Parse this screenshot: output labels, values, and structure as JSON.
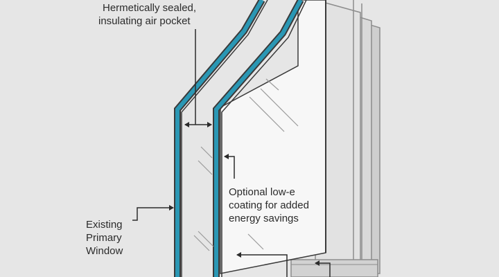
{
  "labels": {
    "air_pocket": [
      "Hermetically sealed,",
      "insulating air pocket"
    ],
    "low_e": [
      "Optional low-e",
      "coating for added",
      "energy savings"
    ],
    "primary_window": [
      "Existing",
      "Primary",
      "Window"
    ]
  },
  "colors": {
    "background": "#e6e6e6",
    "glass_fill": "#f7f7f7",
    "pane_stroke": "#2a97b4",
    "pane_edge": "#3a3a3a",
    "frame": "#d2d2d2",
    "frame_shadow": "#bdbdbd",
    "text": "#2b2b2b",
    "reflection": "#9a9a9a"
  },
  "icons": {
    "air_gap_arrow": "double-arrow-icon",
    "callout_arrows": "arrow-icon"
  }
}
